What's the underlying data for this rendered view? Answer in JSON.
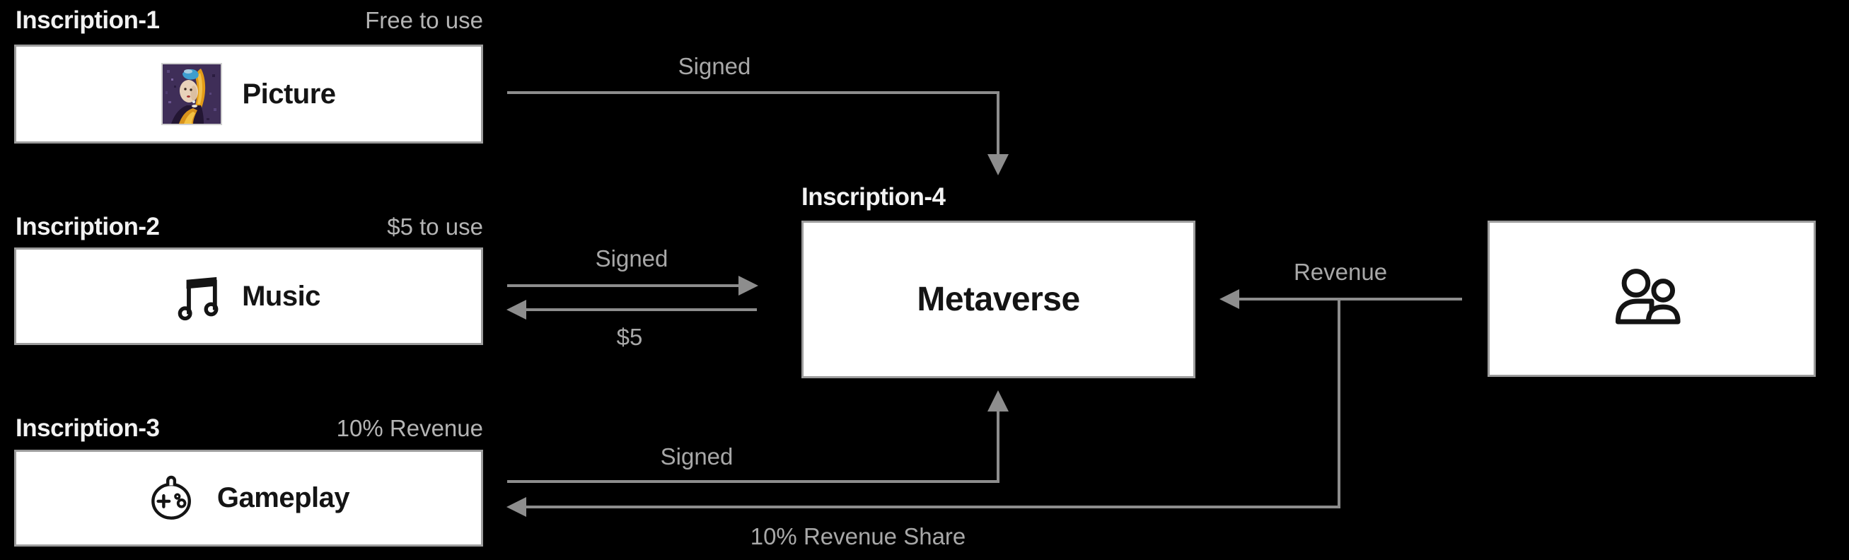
{
  "colors": {
    "background": "#000000",
    "box-fill": "#ffffff",
    "box-border": "#9c9c9c",
    "line": "#8d8d8d",
    "edge-label": "#a8a8a8",
    "title": "#f2f2f2",
    "badge": "#b4b4b4",
    "node-text": "#141414"
  },
  "nodes": {
    "inscription1": {
      "title": "Inscription-1",
      "badge": "Free to use",
      "label": "Picture",
      "icon": "pearl-earring-thumbnail"
    },
    "inscription2": {
      "title": "Inscription-2",
      "badge": "$5 to use",
      "label": "Music",
      "icon": "music-note-icon"
    },
    "inscription3": {
      "title": "Inscription-3",
      "badge": "10% Revenue",
      "label": "Gameplay",
      "icon": "gamepad-icon"
    },
    "inscription4": {
      "title": "Inscription-4",
      "label": "Metaverse"
    },
    "users": {
      "icon": "users-icon"
    }
  },
  "edges": {
    "picture_to_metaverse": {
      "label": "Signed"
    },
    "music_to_metaverse": {
      "label": "Signed"
    },
    "metaverse_to_music": {
      "label": "$5"
    },
    "gameplay_to_metaverse": {
      "label": "Signed"
    },
    "users_to_metaverse": {
      "label": "Revenue"
    },
    "metaverse_to_gameplay": {
      "label": "10% Revenue Share"
    }
  }
}
